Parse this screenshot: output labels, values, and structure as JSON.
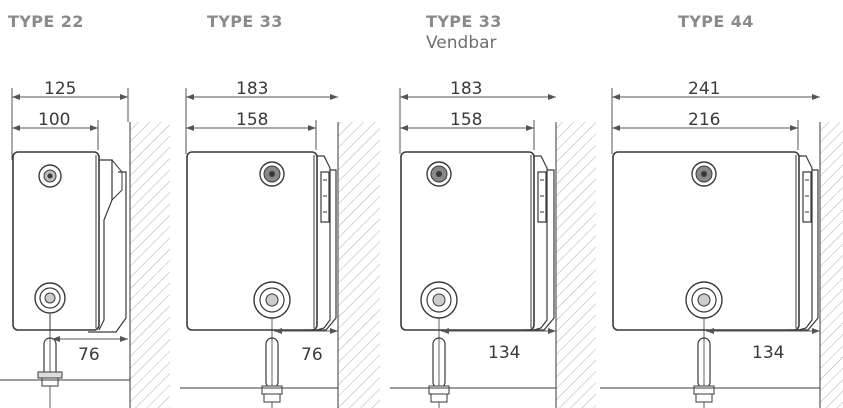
{
  "types": [
    {
      "title": "TYPE 22",
      "subtitle": "",
      "overall_width": "125",
      "panel_width": "100",
      "offset": "76"
    },
    {
      "title": "TYPE 33",
      "subtitle": "",
      "overall_width": "183",
      "panel_width": "158",
      "offset": "76"
    },
    {
      "title": "TYPE 33",
      "subtitle": "Vendbar",
      "overall_width": "183",
      "panel_width": "158",
      "offset": "134"
    },
    {
      "title": "TYPE 44",
      "subtitle": "",
      "overall_width": "241",
      "panel_width": "216",
      "offset": "134"
    }
  ],
  "colors": {
    "line": "#3a3a3a",
    "dim_line": "#555555",
    "hatch": "#9a9a9a",
    "title": "#8a8a8a"
  }
}
